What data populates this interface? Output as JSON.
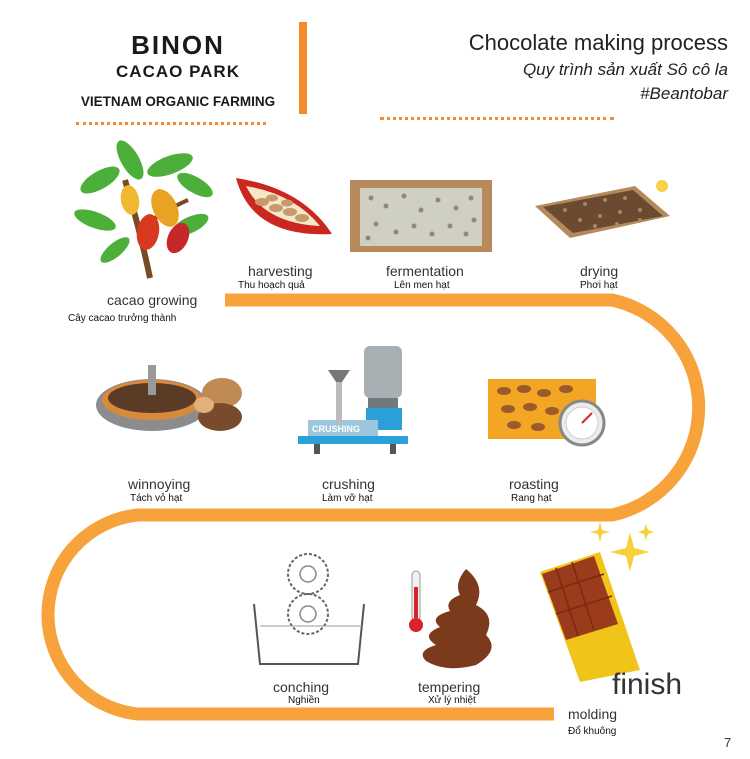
{
  "header": {
    "brand_name": "BINON",
    "brand_sub": "CACAO PARK",
    "tagline": "VIETNAM ORGANIC FARMING",
    "title": "Chocolate making process",
    "subtitle_vn": "Quy trình sản xuất Sô cô la",
    "hashtag": "#Beantobar"
  },
  "steps": [
    {
      "en": "cacao growing",
      "vn": "Cây cacao trưởng thành"
    },
    {
      "en": "harvesting",
      "vn": "Thu hoạch quả"
    },
    {
      "en": "fermentation",
      "vn": "Lên men hạt"
    },
    {
      "en": "drying",
      "vn": "Phơi hạt"
    },
    {
      "en": "winnoying",
      "vn": "Tách vỏ hạt"
    },
    {
      "en": "crushing",
      "vn": "Làm vỡ hạt"
    },
    {
      "en": "roasting",
      "vn": "Rang hạt"
    },
    {
      "en": "conching",
      "vn": "Nghiền"
    },
    {
      "en": "tempering",
      "vn": "Xử lý nhiệt"
    },
    {
      "en": "molding",
      "vn": "Đổ khuông"
    }
  ],
  "finish_label": "finish",
  "machine_label": "CRUSHING",
  "page_number": "7",
  "colors": {
    "accent": "#f58a2c",
    "track": "#f7a23b"
  }
}
